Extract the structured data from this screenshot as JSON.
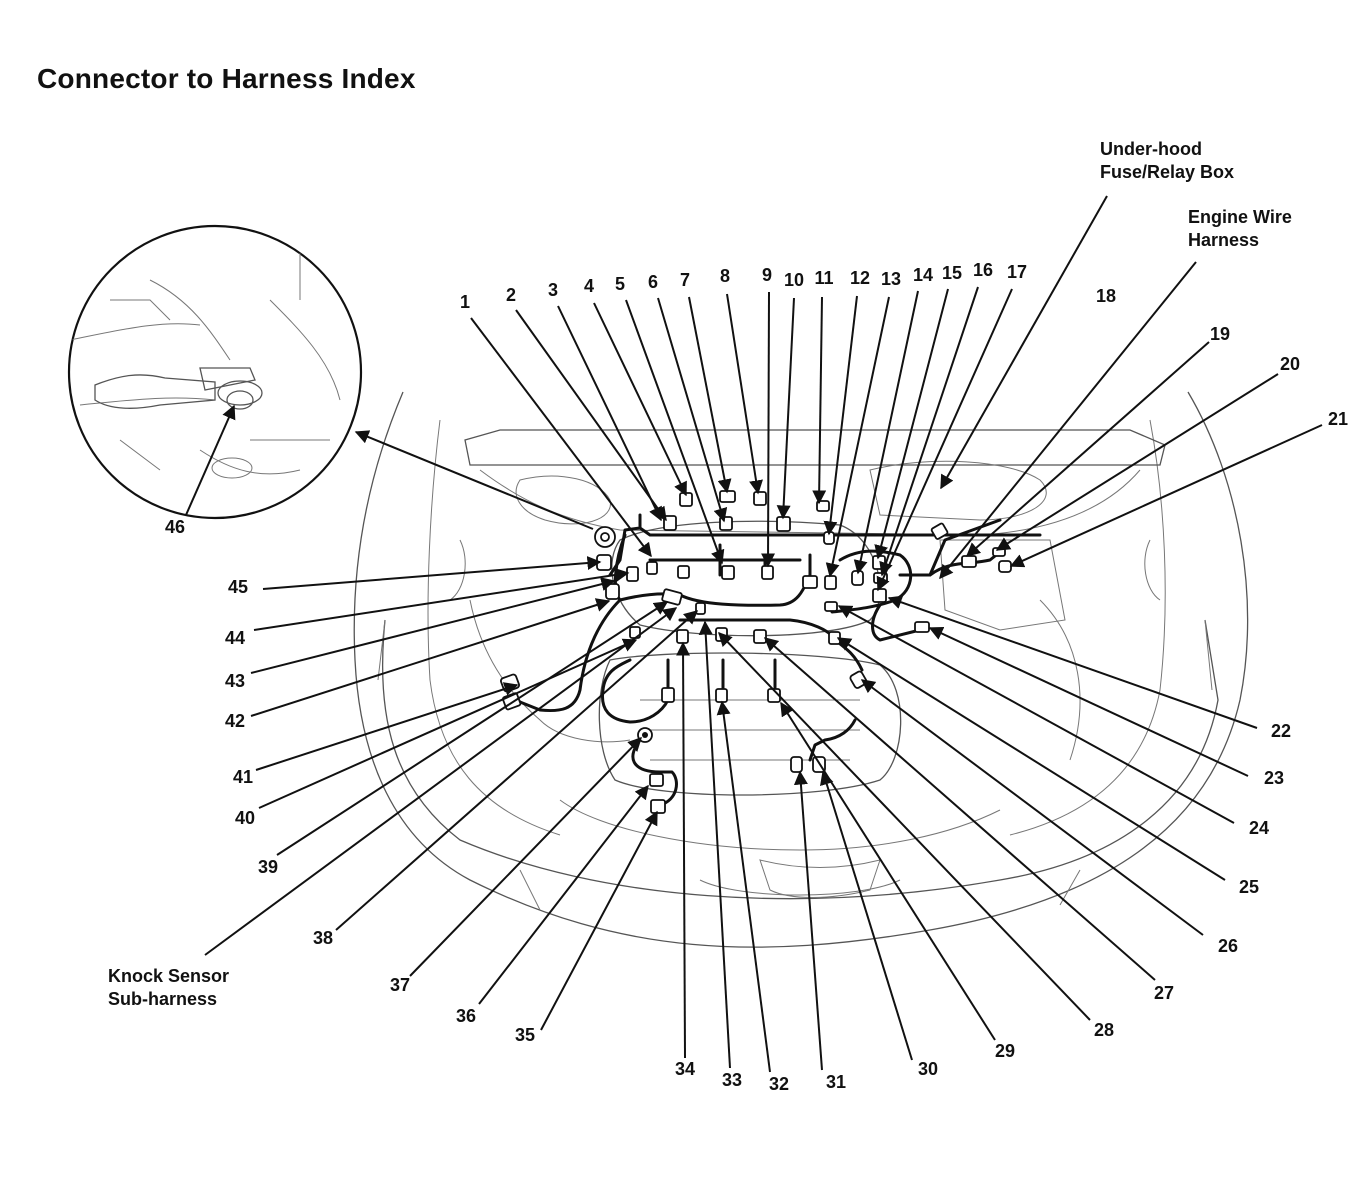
{
  "title": "Connector to Harness Index",
  "callouts": {
    "fuse_box_line1": "Under-hood",
    "fuse_box_line2": "Fuse/Relay Box",
    "engine_harness_line1": "Engine Wire",
    "engine_harness_line2": "Harness",
    "knock_line1": "Knock Sensor",
    "knock_line2": "Sub-harness"
  },
  "connector_numbers": [
    "1",
    "2",
    "3",
    "4",
    "5",
    "6",
    "7",
    "8",
    "9",
    "10",
    "11",
    "12",
    "13",
    "14",
    "15",
    "16",
    "17",
    "18",
    "19",
    "20",
    "21",
    "22",
    "23",
    "24",
    "25",
    "26",
    "27",
    "28",
    "29",
    "30",
    "31",
    "32",
    "33",
    "34",
    "35",
    "36",
    "37",
    "38",
    "39",
    "40",
    "41",
    "42",
    "43",
    "44",
    "45",
    "46"
  ],
  "icons": {
    "detail_view": "ground-terminal-detail",
    "connector": "connector-block-icon"
  }
}
